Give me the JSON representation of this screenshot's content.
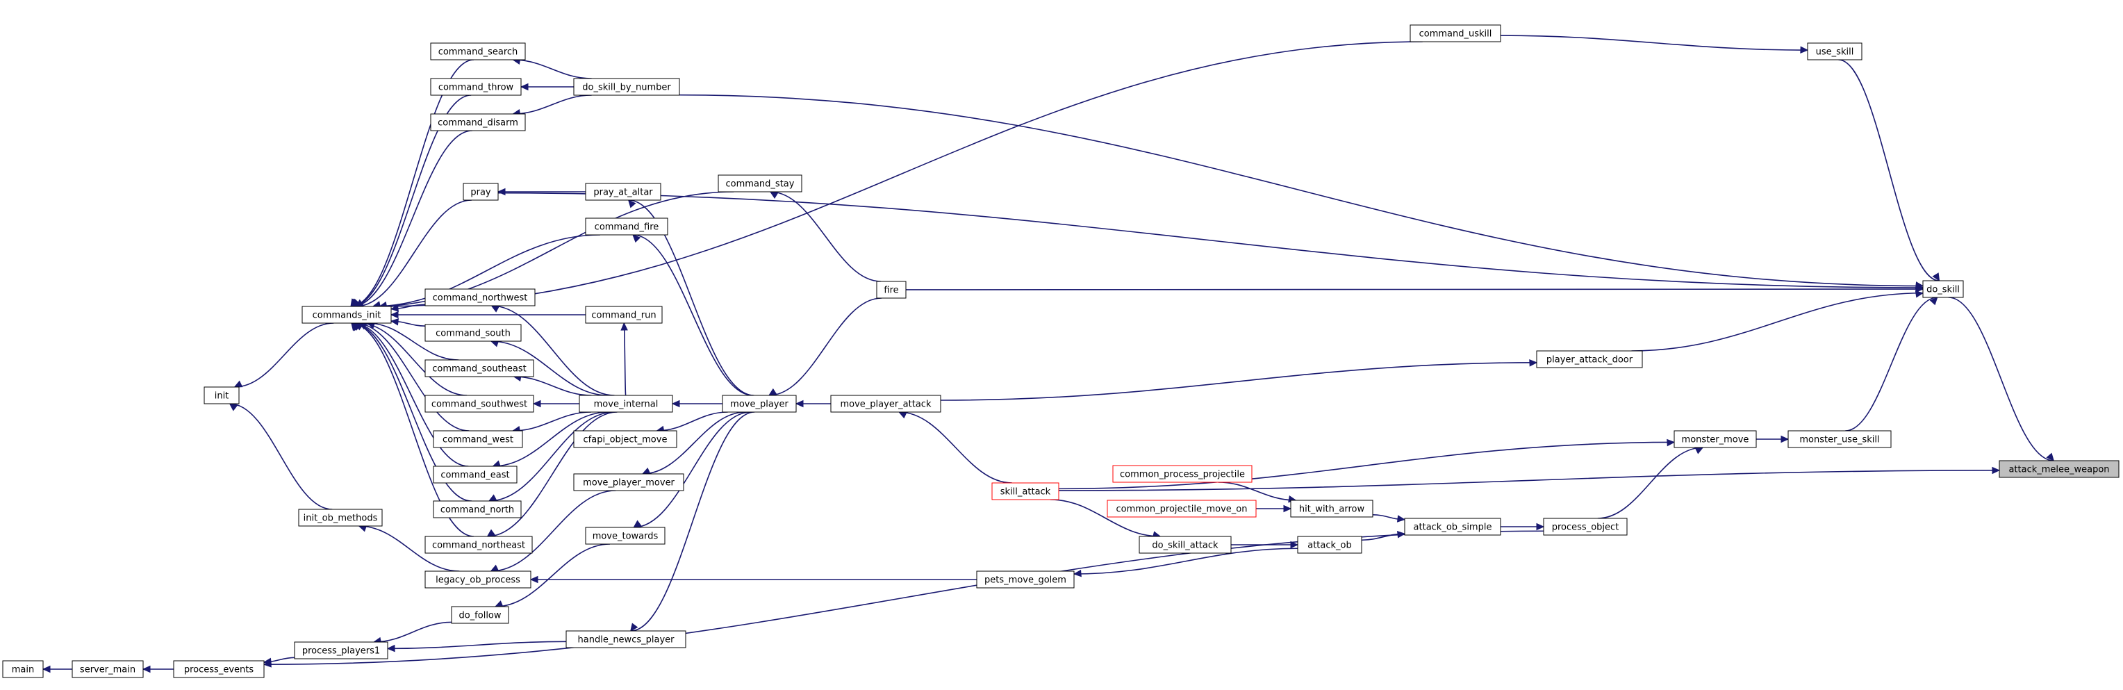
{
  "graph": {
    "colors": {
      "edge": "#191970",
      "node_border": "#000000",
      "highlight_border": "#ff0000",
      "root_fill": "#bfbfbf"
    },
    "nodes": [
      {
        "id": "main",
        "label": "main"
      },
      {
        "id": "server_main",
        "label": "server_main"
      },
      {
        "id": "process_events",
        "label": "process_events"
      },
      {
        "id": "init",
        "label": "init"
      },
      {
        "id": "init_ob_methods",
        "label": "init_ob_methods"
      },
      {
        "id": "commands_init",
        "label": "commands_init"
      },
      {
        "id": "process_players1",
        "label": "process_players1"
      },
      {
        "id": "legacy_ob_process",
        "label": "legacy_ob_process"
      },
      {
        "id": "do_follow",
        "label": "do_follow"
      },
      {
        "id": "command_search",
        "label": "command_search"
      },
      {
        "id": "command_throw",
        "label": "command_throw"
      },
      {
        "id": "command_disarm",
        "label": "command_disarm"
      },
      {
        "id": "pray",
        "label": "pray"
      },
      {
        "id": "command_northwest",
        "label": "command_northwest"
      },
      {
        "id": "command_south",
        "label": "command_south"
      },
      {
        "id": "command_southeast",
        "label": "command_southeast"
      },
      {
        "id": "command_southwest",
        "label": "command_southwest"
      },
      {
        "id": "command_west",
        "label": "command_west"
      },
      {
        "id": "command_east",
        "label": "command_east"
      },
      {
        "id": "command_north",
        "label": "command_north"
      },
      {
        "id": "command_northeast",
        "label": "command_northeast"
      },
      {
        "id": "do_skill_by_number",
        "label": "do_skill_by_number"
      },
      {
        "id": "pray_at_altar",
        "label": "pray_at_altar"
      },
      {
        "id": "command_fire",
        "label": "command_fire"
      },
      {
        "id": "command_run",
        "label": "command_run"
      },
      {
        "id": "move_internal",
        "label": "move_internal"
      },
      {
        "id": "cfapi_object_move",
        "label": "cfapi_object_move"
      },
      {
        "id": "move_player_mover",
        "label": "move_player_mover"
      },
      {
        "id": "move_towards",
        "label": "move_towards"
      },
      {
        "id": "handle_newcs_player",
        "label": "handle_newcs_player"
      },
      {
        "id": "command_stay",
        "label": "command_stay"
      },
      {
        "id": "move_player",
        "label": "move_player"
      },
      {
        "id": "fire",
        "label": "fire"
      },
      {
        "id": "move_player_attack",
        "label": "move_player_attack"
      },
      {
        "id": "skill_attack",
        "label": "skill_attack"
      },
      {
        "id": "pets_move_golem",
        "label": "pets_move_golem"
      },
      {
        "id": "common_process_projectile",
        "label": "common_process_projectile"
      },
      {
        "id": "common_projectile_move_on",
        "label": "common_projectile_move_on"
      },
      {
        "id": "do_skill_attack",
        "label": "do_skill_attack"
      },
      {
        "id": "hit_with_arrow",
        "label": "hit_with_arrow"
      },
      {
        "id": "attack_ob",
        "label": "attack_ob"
      },
      {
        "id": "attack_ob_simple",
        "label": "attack_ob_simple"
      },
      {
        "id": "command_uskill",
        "label": "command_uskill"
      },
      {
        "id": "player_attack_door",
        "label": "player_attack_door"
      },
      {
        "id": "process_object",
        "label": "process_object"
      },
      {
        "id": "monster_move",
        "label": "monster_move"
      },
      {
        "id": "use_skill",
        "label": "use_skill"
      },
      {
        "id": "monster_use_skill",
        "label": "monster_use_skill"
      },
      {
        "id": "do_skill",
        "label": "do_skill"
      },
      {
        "id": "attack_melee_weapon",
        "label": "attack_melee_weapon"
      }
    ],
    "edges": [
      [
        "server_main",
        "main"
      ],
      [
        "process_events",
        "server_main"
      ],
      [
        "commands_init",
        "init"
      ],
      [
        "init_ob_methods",
        "init"
      ],
      [
        "legacy_ob_process",
        "init_ob_methods"
      ],
      [
        "process_players1",
        "process_events"
      ],
      [
        "do_follow",
        "process_players1"
      ],
      [
        "handle_newcs_player",
        "process_players1"
      ],
      [
        "move_towards",
        "do_follow"
      ],
      [
        "move_player_mover",
        "legacy_ob_process"
      ],
      [
        "pets_move_golem",
        "legacy_ob_process"
      ],
      [
        "command_search",
        "commands_init"
      ],
      [
        "command_throw",
        "commands_init"
      ],
      [
        "command_disarm",
        "commands_init"
      ],
      [
        "pray",
        "commands_init"
      ],
      [
        "command_stay",
        "commands_init"
      ],
      [
        "command_fire",
        "commands_init"
      ],
      [
        "command_run",
        "commands_init"
      ],
      [
        "command_northwest",
        "commands_init"
      ],
      [
        "command_south",
        "commands_init"
      ],
      [
        "command_southeast",
        "commands_init"
      ],
      [
        "command_southwest",
        "commands_init"
      ],
      [
        "command_west",
        "commands_init"
      ],
      [
        "command_east",
        "commands_init"
      ],
      [
        "command_north",
        "commands_init"
      ],
      [
        "command_northeast",
        "commands_init"
      ],
      [
        "command_uskill",
        "commands_init"
      ],
      [
        "do_skill_by_number",
        "command_search"
      ],
      [
        "do_skill_by_number",
        "command_throw"
      ],
      [
        "do_skill_by_number",
        "command_disarm"
      ],
      [
        "pray_at_altar",
        "pray"
      ],
      [
        "move_internal",
        "command_northwest"
      ],
      [
        "move_internal",
        "command_south"
      ],
      [
        "move_internal",
        "command_southeast"
      ],
      [
        "move_internal",
        "command_southwest"
      ],
      [
        "move_internal",
        "command_west"
      ],
      [
        "move_internal",
        "command_east"
      ],
      [
        "move_internal",
        "command_north"
      ],
      [
        "move_internal",
        "command_northeast"
      ],
      [
        "move_internal",
        "command_run"
      ],
      [
        "move_player",
        "move_internal"
      ],
      [
        "move_player",
        "pray_at_altar"
      ],
      [
        "move_player",
        "command_fire"
      ],
      [
        "move_player",
        "cfapi_object_move"
      ],
      [
        "move_player",
        "move_player_mover"
      ],
      [
        "move_player",
        "move_towards"
      ],
      [
        "move_player",
        "handle_newcs_player"
      ],
      [
        "fire",
        "command_stay"
      ],
      [
        "fire",
        "move_player"
      ],
      [
        "move_player_attack",
        "move_player"
      ],
      [
        "skill_attack",
        "move_player_attack"
      ],
      [
        "skill_attack",
        "do_skill_attack"
      ],
      [
        "do_skill_attack",
        "attack_ob"
      ],
      [
        "common_process_projectile",
        "hit_with_arrow"
      ],
      [
        "common_projectile_move_on",
        "hit_with_arrow"
      ],
      [
        "hit_with_arrow",
        "attack_ob_simple"
      ],
      [
        "attack_ob",
        "pets_move_golem"
      ],
      [
        "attack_ob",
        "attack_ob_simple"
      ],
      [
        "attack_ob_simple",
        "process_object"
      ],
      [
        "process_object",
        "process_events"
      ],
      [
        "process_object",
        "monster_move"
      ],
      [
        "skill_attack",
        "monster_move"
      ],
      [
        "monster_move",
        "monster_use_skill"
      ],
      [
        "command_uskill",
        "use_skill"
      ],
      [
        "use_skill",
        "do_skill"
      ],
      [
        "do_skill_by_number",
        "do_skill"
      ],
      [
        "pray",
        "do_skill"
      ],
      [
        "fire",
        "do_skill"
      ],
      [
        "player_attack_door",
        "do_skill"
      ],
      [
        "move_player_attack",
        "player_attack_door"
      ],
      [
        "monster_use_skill",
        "do_skill"
      ],
      [
        "do_skill",
        "attack_melee_weapon"
      ],
      [
        "skill_attack",
        "attack_melee_weapon"
      ]
    ]
  }
}
